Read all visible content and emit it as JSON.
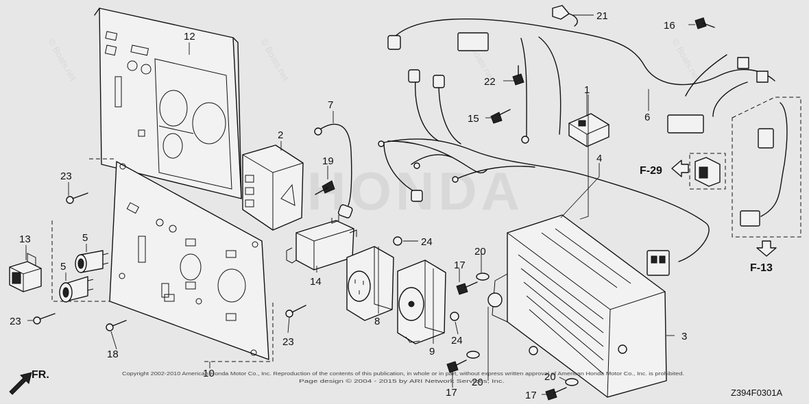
{
  "brand": {
    "watermark_logo_text": "HONDA",
    "watermark_tile_text": "© Boats.net"
  },
  "diagram": {
    "code": "Z394F0301A",
    "copyright_line_1": "Copyright 2002-2010 American Honda Motor Co., Inc. Reproduction of the contents of this publication, in whole or in part, without express written approval of American Honda Motor Co., Inc. is prohibited.",
    "copyright_line_2": "Page design © 2004 - 2015 by ARI Network Services, Inc."
  },
  "parts": {
    "p1": "1",
    "p2": "2",
    "p3": "3",
    "p4": "4",
    "p5a": "5",
    "p5b": "5",
    "p6": "6",
    "p7": "7",
    "p8": "8",
    "p9": "9",
    "p10": "10",
    "p12": "12",
    "p13": "13",
    "p14": "14",
    "p15": "15",
    "p16": "16",
    "p17a": "17",
    "p17b": "17",
    "p17c": "17",
    "p18": "18",
    "p19": "19",
    "p20a": "20",
    "p20b": "20",
    "p20c": "20",
    "p21": "21",
    "p22": "22",
    "p23a": "23",
    "p23b": "23",
    "p23c": "23",
    "p24a": "24",
    "p24b": "24"
  },
  "references": {
    "ref_f29": "F-29",
    "ref_f13": "F-13",
    "front": "FR."
  }
}
